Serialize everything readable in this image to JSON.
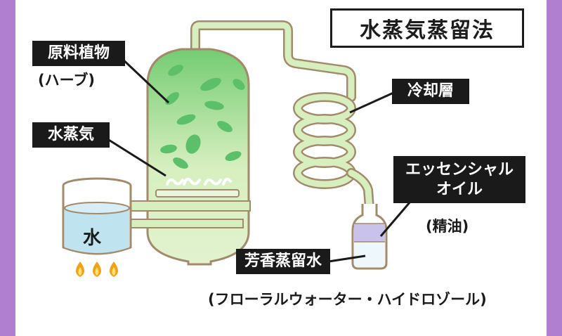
{
  "title": "水蒸気蒸留法",
  "labels": {
    "plant_material": "原料植物",
    "plant_material_note": "(ハーブ)",
    "steam": "水蒸気",
    "water": "水",
    "cooling_layer": "冷却層",
    "essential_oil_line1": "エッセンシャル",
    "essential_oil_line2": "オイル",
    "essential_oil_note": "(精油)",
    "aromatic_water": "芳香蒸留水",
    "aromatic_water_note": "(フローラルウォーター・ハイドロゾール)"
  },
  "colors": {
    "background_frame": "#b07fd0",
    "tube_fill": "#d7efbf",
    "tube_outline": "#a38a6a",
    "leaf": "#5cc06a",
    "steam_fill_top": "#7fd07a",
    "water": "#bfe3ef",
    "oil_layer": "#c9c2ea",
    "flame_outer": "#f2a21a",
    "flame_inner": "#ffe36a",
    "label_bg": "#1a1a1a"
  }
}
